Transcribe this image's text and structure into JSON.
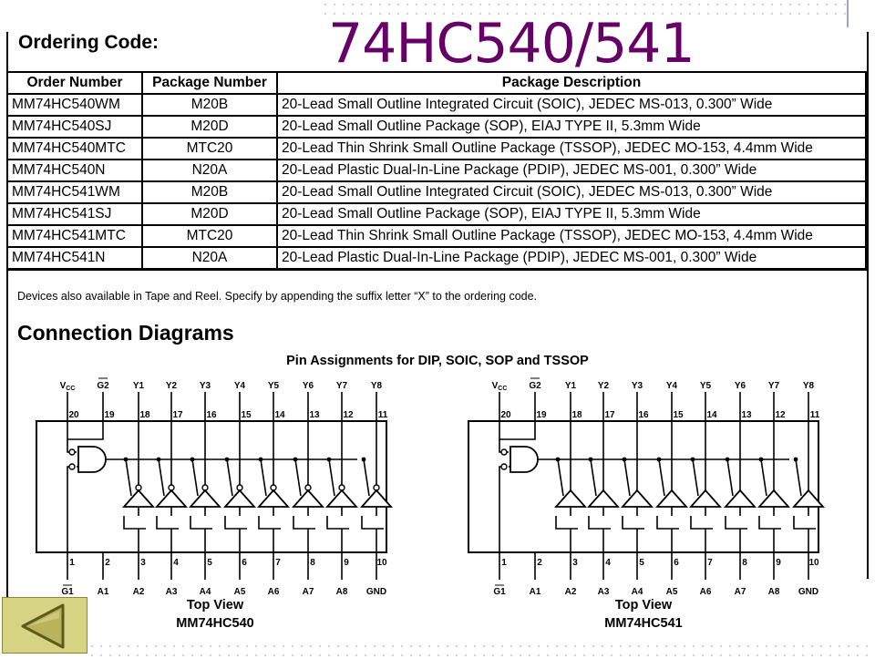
{
  "slide": {
    "title": "74HC540/541"
  },
  "ordering": {
    "heading": "Ordering Code:",
    "columns": [
      "Order Number",
      "Package Number",
      "Package Description"
    ],
    "rows": [
      {
        "order": "MM74HC540WM",
        "pkg": "M20B",
        "desc": "20-Lead Small Outline Integrated Circuit (SOIC), JEDEC MS-013, 0.300” Wide"
      },
      {
        "order": "MM74HC540SJ",
        "pkg": "M20D",
        "desc": "20-Lead Small Outline Package (SOP), EIAJ TYPE II, 5.3mm Wide"
      },
      {
        "order": "MM74HC540MTC",
        "pkg": "MTC20",
        "desc": "20-Lead Thin Shrink Small Outline Package (TSSOP), JEDEC MO-153, 4.4mm Wide"
      },
      {
        "order": "MM74HC540N",
        "pkg": "N20A",
        "desc": "20-Lead Plastic Dual-In-Line Package (PDIP), JEDEC MS-001, 0.300” Wide"
      },
      {
        "order": "MM74HC541WM",
        "pkg": "M20B",
        "desc": "20-Lead Small Outline Integrated Circuit (SOIC), JEDEC MS-013, 0.300” Wide"
      },
      {
        "order": "MM74HC541SJ",
        "pkg": "M20D",
        "desc": "20-Lead Small Outline Package (SOP), EIAJ TYPE II, 5.3mm Wide"
      },
      {
        "order": "MM74HC541MTC",
        "pkg": "MTC20",
        "desc": "20-Lead Thin Shrink Small Outline Package (TSSOP), JEDEC MO-153, 4.4mm Wide"
      },
      {
        "order": "MM74HC541N",
        "pkg": "N20A",
        "desc": "20-Lead Plastic Dual-In-Line Package (PDIP), JEDEC MS-001, 0.300” Wide"
      }
    ],
    "note": "Devices also available in Tape and Reel. Specify by appending the suffix letter “X” to the ordering code."
  },
  "connection": {
    "heading": "Connection Diagrams",
    "subtitle": "Pin Assignments for DIP, SOIC, SOP and TSSOP",
    "top_signals": [
      "VCC",
      "G2",
      "Y1",
      "Y2",
      "Y3",
      "Y4",
      "Y5",
      "Y6",
      "Y7",
      "Y8"
    ],
    "top_pins": [
      "20",
      "19",
      "18",
      "17",
      "16",
      "15",
      "14",
      "13",
      "12",
      "11"
    ],
    "bottom_pins": [
      "1",
      "2",
      "3",
      "4",
      "5",
      "6",
      "7",
      "8",
      "9",
      "10"
    ],
    "bottom_signals": [
      "G1",
      "A1",
      "A2",
      "A3",
      "A4",
      "A5",
      "A6",
      "A7",
      "A8",
      "GND"
    ],
    "left": {
      "caption_line1": "Top View",
      "caption_line2": "MM74HC540",
      "inverting": true
    },
    "right": {
      "caption_line1": "Top View",
      "caption_line2": "MM74HC541",
      "inverting": false
    }
  },
  "nav": {
    "back_icon": "triangle-left-icon"
  }
}
